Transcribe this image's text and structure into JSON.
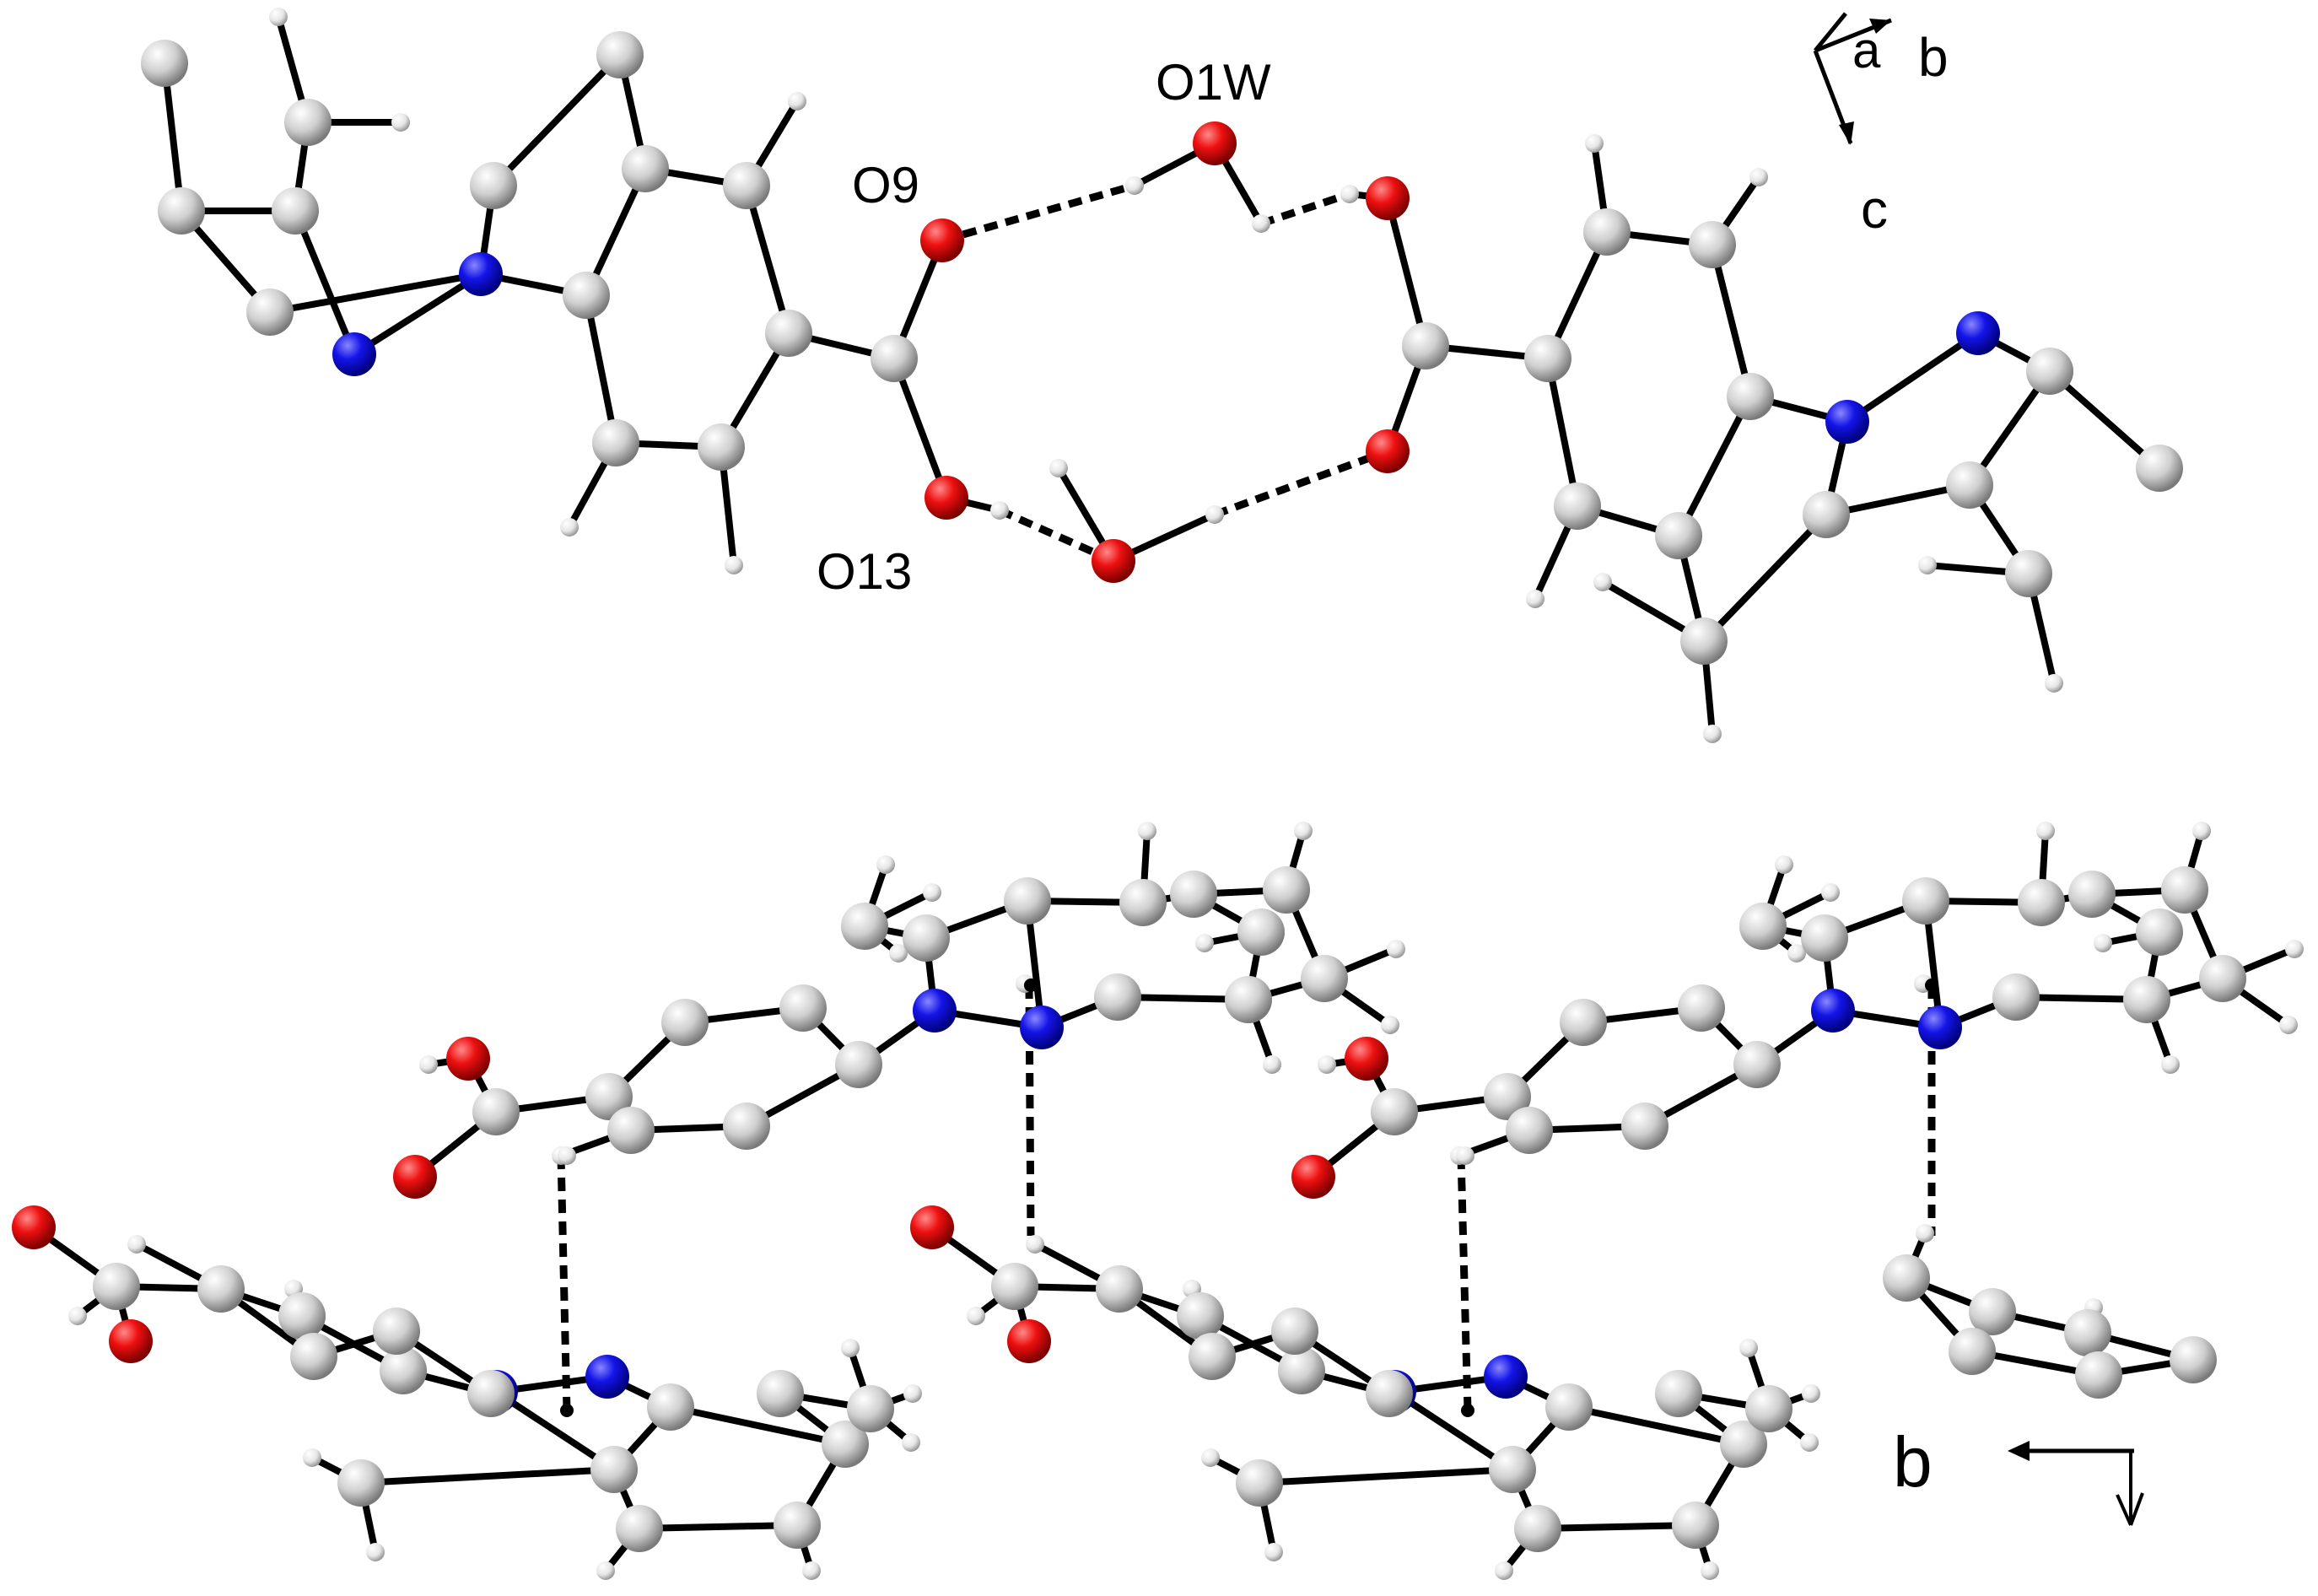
{
  "top_panel": {
    "labels": {
      "o9": "O9",
      "o1w": "O1W",
      "o13": "O13"
    },
    "axes": {
      "a": "a",
      "b": "b",
      "c": "c"
    }
  },
  "bottom_panel": {
    "axes": {
      "b": "b"
    }
  },
  "colors": {
    "carbon": "#c4c4c4",
    "hydrogen": "#efefef",
    "nitrogen": "#1010e0",
    "oxygen": "#e01010",
    "bond": "#000000"
  }
}
